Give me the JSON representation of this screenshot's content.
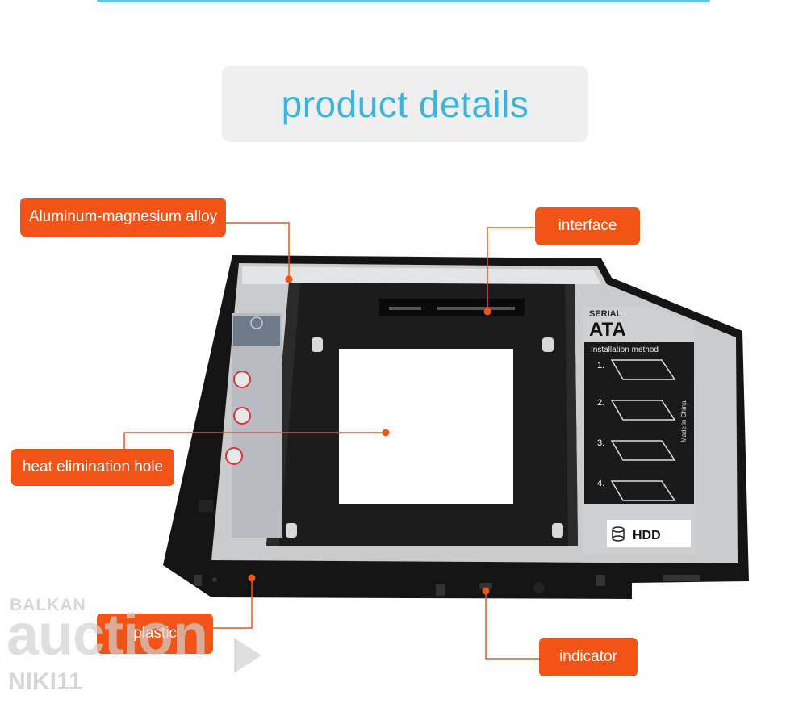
{
  "header": {
    "title": "product details"
  },
  "callouts": {
    "alloy": "Aluminum-magnesium alloy",
    "interface": "interface",
    "heat": "heat elimination hole",
    "plastic": "plastic",
    "indicator": "indicator"
  },
  "label_panel": {
    "brand_line1": "SERIAL",
    "brand_line2": "ATA",
    "install_title": "Installation method",
    "steps": [
      "1.",
      "2.",
      "3.",
      "4."
    ],
    "made_in": "Made in China",
    "hdd": "HDD"
  },
  "watermark": {
    "line1": "BALKAN",
    "line2": "auction",
    "line3": "NIKI11"
  },
  "colors": {
    "accent_orange": "#f25316",
    "title_blue": "#39b4de",
    "header_bg": "#efefef"
  }
}
